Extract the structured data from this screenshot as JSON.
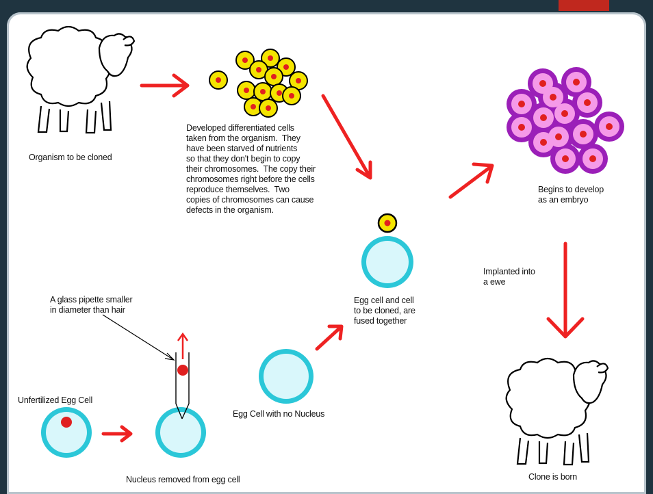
{
  "labels": {
    "organism": "Organism to be cloned",
    "developed_cells": "Developed differentiated cells\ntaken from the organism.  They\nhave been starved of nutrients\nso that they don't begin to copy\ntheir chromosomes.  The copy their\nchromosomes right before the cells\nreproduce themselves.  Two\ncopies of chromosomes can cause\ndefects in the organism.",
    "embryo": "Begins to develop\nas an embryo",
    "implanted": "Implanted into\na ewe",
    "fused": "Egg cell and cell\nto be cloned, are\nfused together",
    "pipette": "A glass pipette smaller\nin diameter than hair",
    "unfertilized": "Unfertilized Egg Cell",
    "nucleus_removed": "Nucleus removed from egg cell",
    "no_nucleus": "Egg Cell with no Nucleus",
    "clone_born": "Clone is born"
  },
  "colors": {
    "frame": "#1f3440",
    "arrow": "#ee2222",
    "egg_fill": "#d9f7fb",
    "egg_ring": "#2bc7d8",
    "yellow_cell": "#f4e400",
    "nucleus": "#e02020",
    "embryo_ring": "#9b1fb8",
    "embryo_fill": "#f59ae8"
  }
}
